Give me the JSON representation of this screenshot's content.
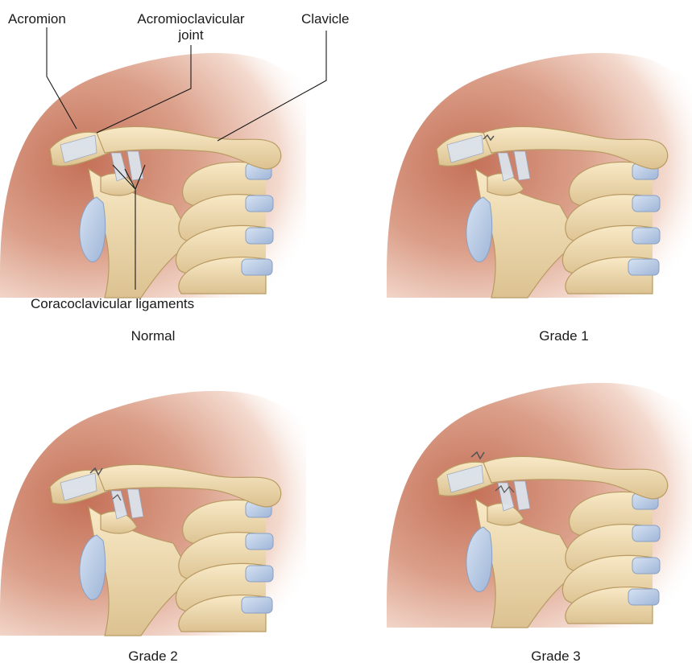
{
  "labels": {
    "acromion": "Acromion",
    "acromioclavicular_line1": "Acromioclavicular",
    "acromioclavicular_line2": "joint",
    "clavicle": "Clavicle",
    "coracoclavicular": "Coracoclavicular ligaments"
  },
  "panels": [
    {
      "caption": "Normal"
    },
    {
      "caption": "Grade 1"
    },
    {
      "caption": "Grade 2"
    },
    {
      "caption": "Grade 3"
    }
  ],
  "colors": {
    "skin_dark": "#c9745a",
    "skin_light": "#f6e3da",
    "bone": "#eed9ad",
    "bone_edge": "#b99a63",
    "cartilage": "#b8cbe6",
    "ligament": "#dce3ec"
  }
}
